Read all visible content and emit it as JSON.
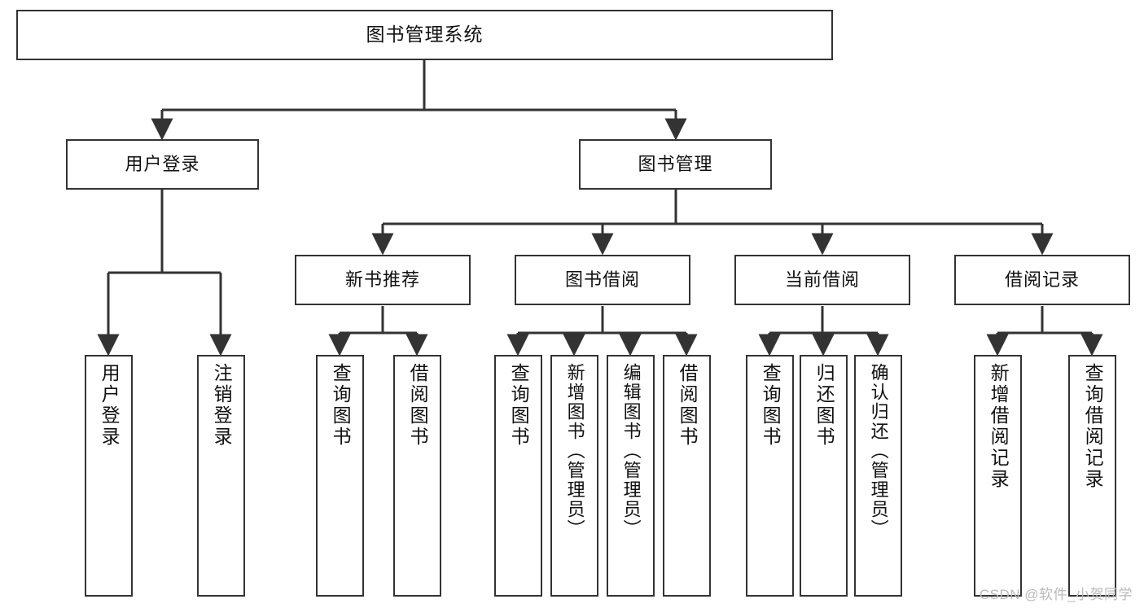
{
  "diagram": {
    "title": "图书管理系统",
    "type": "tree",
    "orientation": "top-down",
    "colors": {
      "box_border": "#333333",
      "box_fill": "#ffffff",
      "connector": "#333333",
      "text": "#111111",
      "watermark": "#b9b9b9",
      "background": "#ffffff"
    },
    "watermark": "CSDN @软件_小贺同学"
  },
  "nodes": {
    "root": {
      "label": "图书管理系统",
      "level": 1
    },
    "level2": [
      {
        "id": "user-login",
        "label": "用户登录"
      },
      {
        "id": "book-manage",
        "label": "图书管理"
      }
    ],
    "level3": [
      {
        "id": "new-book-recommend",
        "label": "新书推荐"
      },
      {
        "id": "book-borrow",
        "label": "图书借阅"
      },
      {
        "id": "current-borrow",
        "label": "当前借阅"
      },
      {
        "id": "borrow-record",
        "label": "借阅记录"
      }
    ],
    "leaves": {
      "user_login": [
        {
          "id": "leaf-user-login",
          "label": "用户登录"
        },
        {
          "id": "leaf-user-logout",
          "label": "注销登录"
        }
      ],
      "new_book_recommend": [
        {
          "id": "leaf-query-book-1",
          "label": "查询图书"
        },
        {
          "id": "leaf-borrow-book-1",
          "label": "借阅图书"
        }
      ],
      "book_borrow": [
        {
          "id": "leaf-query-book-2",
          "label": "查询图书"
        },
        {
          "id": "leaf-add-book",
          "label": "新增图书（管理员）"
        },
        {
          "id": "leaf-edit-book",
          "label": "编辑图书（管理员）"
        },
        {
          "id": "leaf-borrow-book-2",
          "label": "借阅图书"
        }
      ],
      "current_borrow": [
        {
          "id": "leaf-query-book-3",
          "label": "查询图书"
        },
        {
          "id": "leaf-return-book",
          "label": "归还图书"
        },
        {
          "id": "leaf-confirm-return",
          "label": "确认归还（管理员）"
        }
      ],
      "borrow_record": [
        {
          "id": "leaf-add-record",
          "label": "新增借阅记录"
        },
        {
          "id": "leaf-query-record",
          "label": "查询借阅记录"
        }
      ]
    }
  },
  "edges": [
    {
      "from": "图书管理系统",
      "to": "用户登录"
    },
    {
      "from": "图书管理系统",
      "to": "图书管理"
    },
    {
      "from": "用户登录",
      "to": "用户登录"
    },
    {
      "from": "用户登录",
      "to": "注销登录"
    },
    {
      "from": "图书管理",
      "to": "新书推荐"
    },
    {
      "from": "图书管理",
      "to": "图书借阅"
    },
    {
      "from": "图书管理",
      "to": "当前借阅"
    },
    {
      "from": "图书管理",
      "to": "借阅记录"
    },
    {
      "from": "新书推荐",
      "to": "查询图书"
    },
    {
      "from": "新书推荐",
      "to": "借阅图书"
    },
    {
      "from": "图书借阅",
      "to": "查询图书"
    },
    {
      "from": "图书借阅",
      "to": "新增图书（管理员）"
    },
    {
      "from": "图书借阅",
      "to": "编辑图书（管理员）"
    },
    {
      "from": "图书借阅",
      "to": "借阅图书"
    },
    {
      "from": "当前借阅",
      "to": "查询图书"
    },
    {
      "from": "当前借阅",
      "to": "归还图书"
    },
    {
      "from": "当前借阅",
      "to": "确认归还（管理员）"
    },
    {
      "from": "借阅记录",
      "to": "新增借阅记录"
    },
    {
      "from": "借阅记录",
      "to": "查询借阅记录"
    }
  ]
}
